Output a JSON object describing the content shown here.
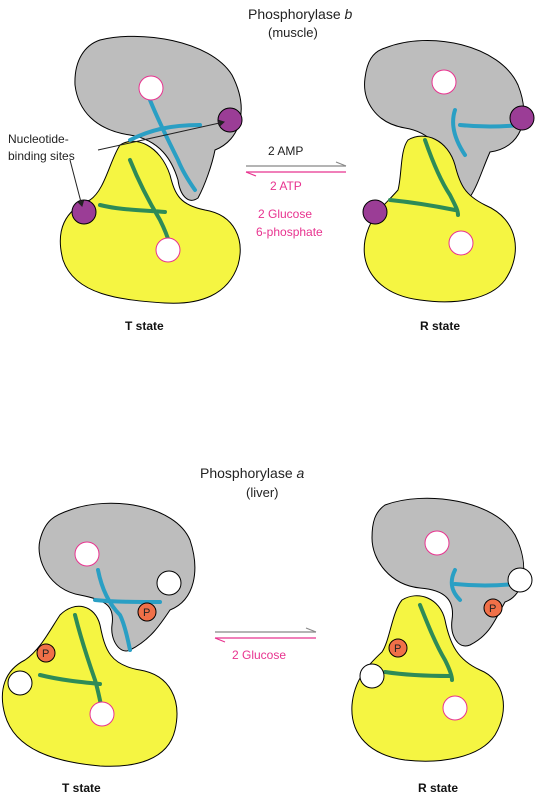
{
  "top": {
    "title_prefix": "Phosphorylase",
    "title_letter": "b",
    "subtitle": "(muscle)",
    "left_state": "T state",
    "right_state": "R state",
    "forward_label": "2  AMP",
    "reverse_labels": [
      "2  ATP",
      "2  Glucose",
      "6-phosphate"
    ],
    "annotation_line1": "Nucleotide-",
    "annotation_line2": "binding  sites"
  },
  "bottom": {
    "title_prefix": "Phosphorylase",
    "title_letter": "a",
    "subtitle": "(liver)",
    "left_state": "T state",
    "right_state": "R state",
    "reverse_label": "2  Glucose",
    "phospho_label": "P"
  },
  "colors": {
    "gray_subunit": "#bdbdbd",
    "yellow_subunit": "#f5f542",
    "blue_helix": "#2a9fc4",
    "green_helix": "#2e8b57",
    "nucleotide_site": "#9b3d96",
    "phosphate": "#f07048",
    "pink": "#e8338f"
  }
}
